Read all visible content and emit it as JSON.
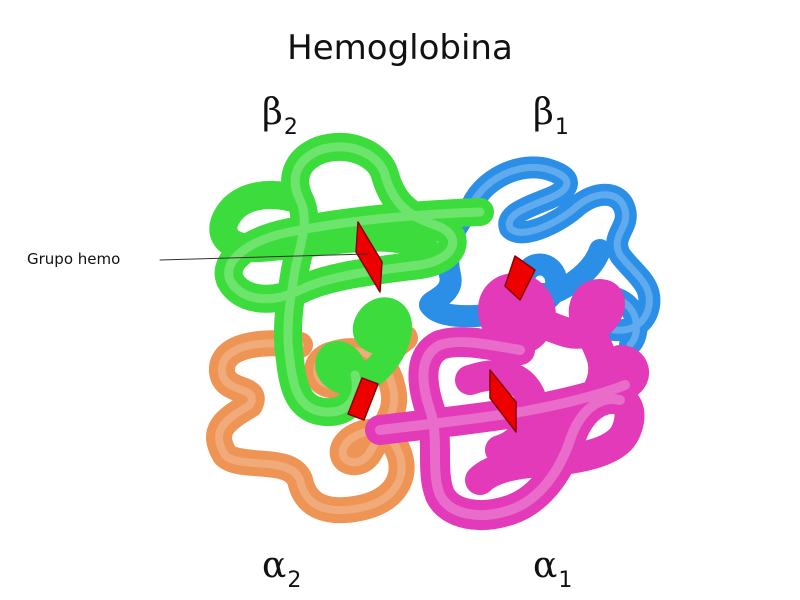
{
  "title": "Hemoglobina",
  "subunits": {
    "beta2": {
      "letter": "β",
      "index": "2",
      "color": "#3ddc3d"
    },
    "beta1": {
      "letter": "β",
      "index": "1",
      "color": "#2b8fe8"
    },
    "alpha2": {
      "letter": "α",
      "index": "2",
      "color": "#ee9455"
    },
    "alpha1": {
      "letter": "α",
      "index": "1",
      "color": "#e23ab8"
    }
  },
  "heme_label": "Grupo hemo",
  "heme_color": "#ee0000"
}
